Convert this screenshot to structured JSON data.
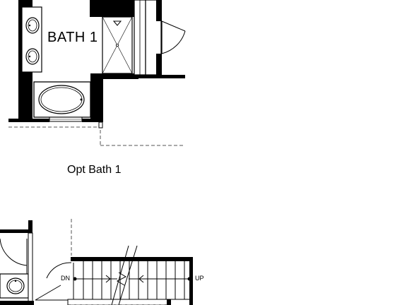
{
  "plan": {
    "room_label": "BATH 1",
    "caption": "Opt Bath 1",
    "stair_down_label": "DN",
    "stair_up_label": "UP"
  },
  "colors": {
    "wall": "#000000",
    "background": "#ffffff",
    "line": "#000000",
    "dashed": "#555555"
  }
}
